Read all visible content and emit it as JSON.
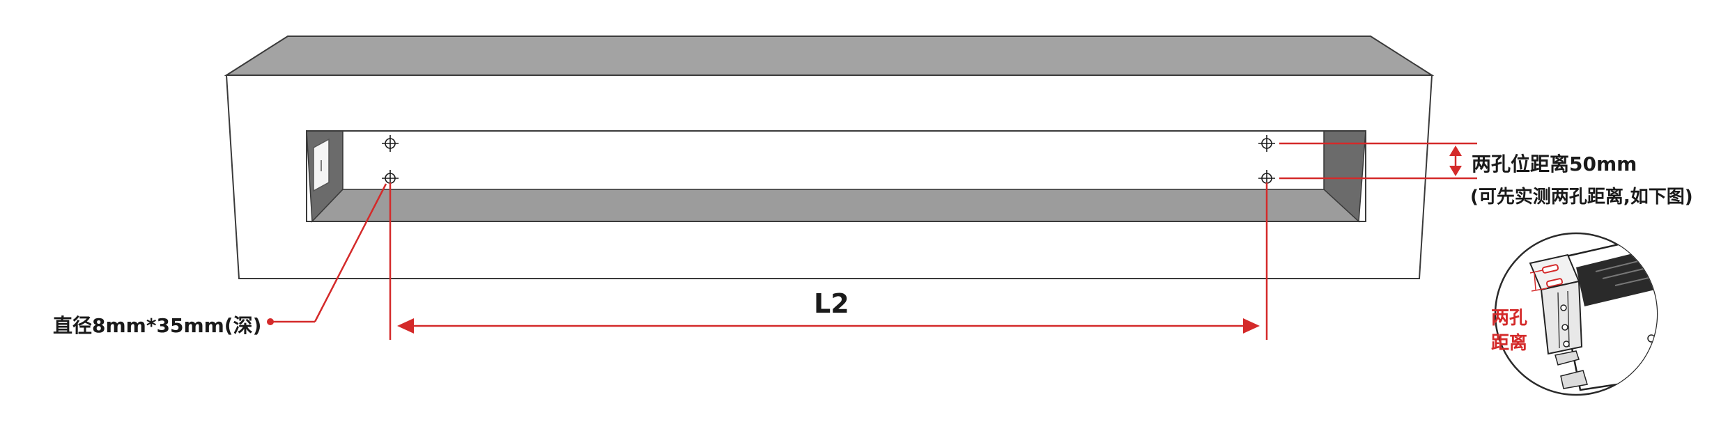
{
  "labels": {
    "hole_spec": "直径8mm*35mm(深)",
    "length": "L2",
    "hole_distance": "两孔位距离50mm",
    "measure_note": "(可先实测两孔距离,如下图)",
    "inset_line1": "两孔",
    "inset_line2": "距离"
  },
  "colors": {
    "accent": "#d42a2a",
    "top_face": "#a3a3a3",
    "inner_dark": "#6b6b6b",
    "inner_floor": "#9c9c9c",
    "outline": "#3a3a3a"
  },
  "icons": [
    "crosshair-icon",
    "arrow-icon",
    "bracket-icon"
  ]
}
